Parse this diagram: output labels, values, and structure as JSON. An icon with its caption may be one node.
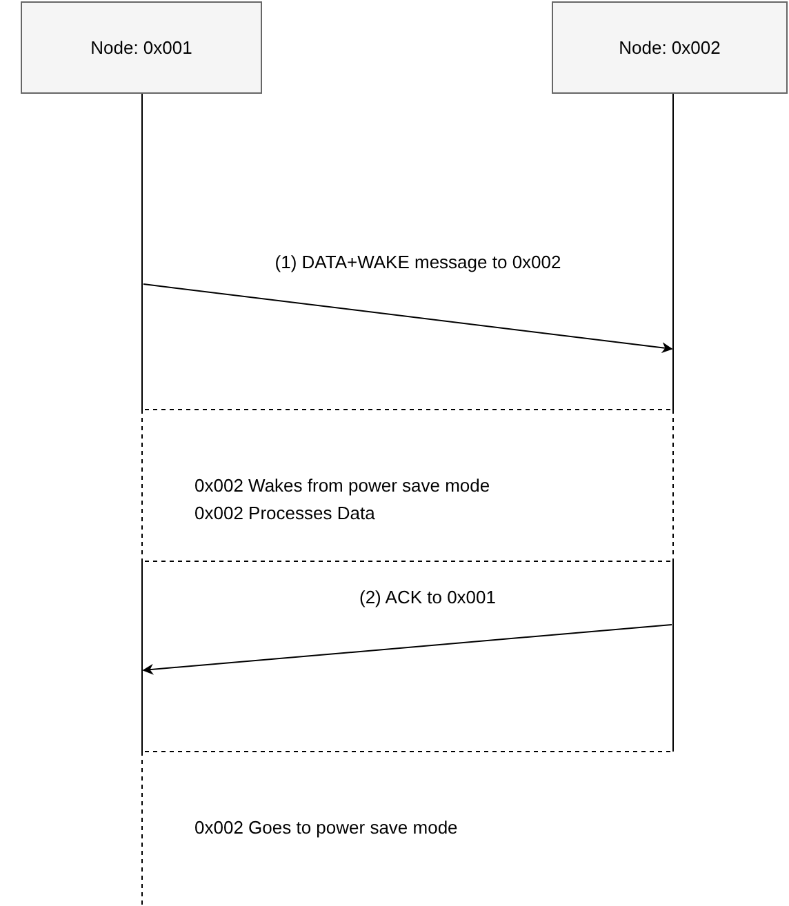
{
  "diagram": {
    "nodes": [
      {
        "text": [
          "Node: 0x001"
        ]
      },
      {
        "text": [
          "Node: 0x002"
        ]
      },
      {
        "text": [],
        "shape": "bar"
      },
      {
        "text": [],
        "shape": "bar"
      }
    ],
    "edges": [
      {
        "from": 2,
        "to": 3,
        "arrow": "to",
        "label": "(1) DATA+WAKE message to 0x002"
      },
      {
        "from": 3,
        "to": 2,
        "arrow": "to",
        "label": "(2) ACK to 0x001"
      }
    ],
    "labels": [
      "0x002 Wakes from power save mode",
      "0x002 Processes Data",
      "0x002 Goes to power save mode"
    ]
  }
}
